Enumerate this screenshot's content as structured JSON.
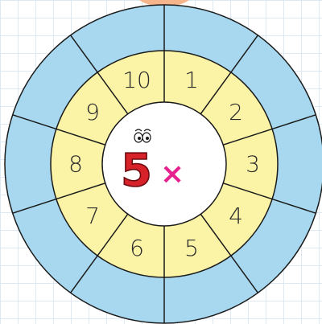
{
  "wheel": {
    "center_number": "5",
    "operator": "×",
    "numbers": [
      "1",
      "2",
      "3",
      "4",
      "5",
      "6",
      "7",
      "8",
      "9",
      "10"
    ]
  },
  "colors": {
    "outer_ring": "#a7d8f0",
    "inner_ring": "#fbf3a6",
    "center_circle": "#ffffff",
    "lines": "#1a1a1a",
    "five": "#d8222a",
    "times": "#e6218f",
    "grid": "#dfe9f3"
  },
  "icons": {
    "center_character": "cartoon-number-five-with-eyes-icon"
  }
}
